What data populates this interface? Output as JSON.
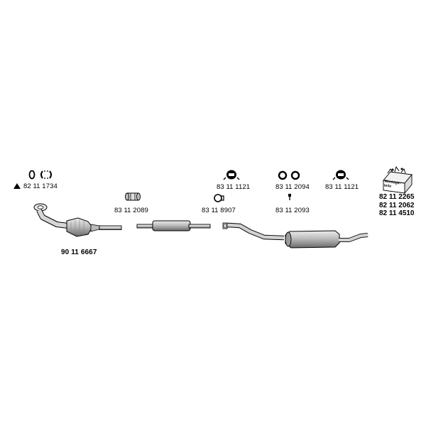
{
  "parts": {
    "gasket_clamp_set": "82 11 1734",
    "catalytic_converter": "90 11 6667",
    "clamp_front": "83 11 2089",
    "clamp_middle": "83 11 8907",
    "hanger_1": "83 11 1121",
    "hanger_2": "83 11 1121",
    "rubber_rings": "83 11 2094",
    "bolt": "83 11 2093"
  },
  "mounting_kit": {
    "box_label_line1": "Montage-",
    "box_label_line2": "teile",
    "numbers": [
      "82 11 2265",
      "82 11 2062",
      "82 11 4510"
    ]
  }
}
